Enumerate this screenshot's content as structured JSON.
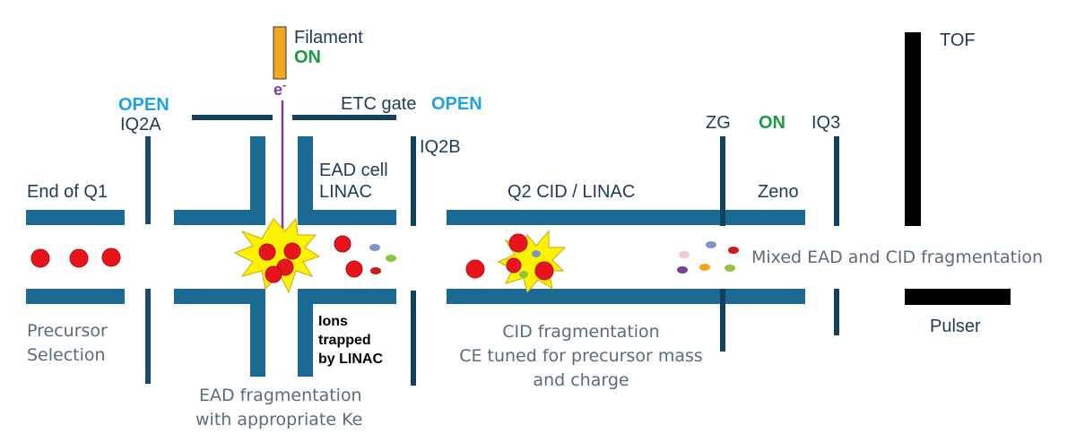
{
  "labels": {
    "filament": "Filament",
    "filament_on": "ON",
    "electron": "e",
    "electron_sup": "-",
    "open_q2a": "OPEN",
    "iq2a": "IQ2A",
    "etc_gate": "ETC gate",
    "etc_open": "OPEN",
    "iq2b": "IQ2B",
    "end_q1": "End of Q1",
    "ead_cell": "EAD cell",
    "linac": "LINAC",
    "q2_cid": "Q2 CID / LINAC",
    "zg": "ZG",
    "zg_on": "ON",
    "iq3": "IQ3",
    "zeno": "Zeno",
    "tof": "TOF",
    "pulser": "Pulser",
    "mixed": "Mixed EAD and CID fragmentation",
    "precursor_1": "Precursor",
    "precursor_2": "Selection",
    "ions_1": "Ions",
    "ions_2": "trapped",
    "ions_3": "by LINAC",
    "ead_frag_1": "EAD fragmentation",
    "ead_frag_2": "with appropriate Ke",
    "cid_1": "CID fragmentation",
    "cid_2": "CE tuned for precursor mass",
    "cid_3": "and charge"
  },
  "colors": {
    "rod": "#1b6a93",
    "dark_rod": "#12415c",
    "filament": "#f4a81d",
    "electron_beam": "#7a3d9a",
    "ion": "#e8141c",
    "burst": "#fff200",
    "open": "#1fa3e6",
    "on": "#1a9a47"
  }
}
